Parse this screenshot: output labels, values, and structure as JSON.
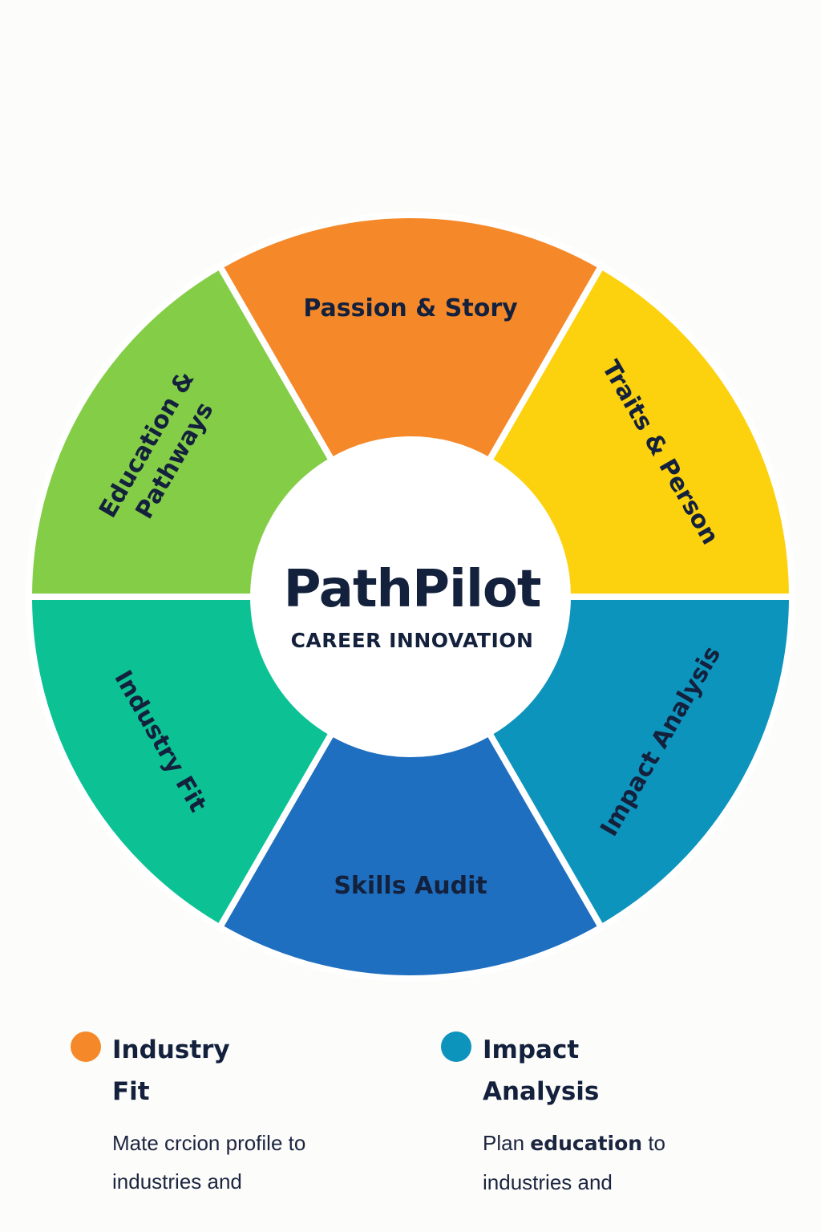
{
  "center": {
    "title": "PathPilot",
    "subtitle": "CAREER INNOVATION"
  },
  "segments": [
    {
      "label": "Passion & Story",
      "lines": [
        "Passion & Story"
      ],
      "color": "#f5892a"
    },
    {
      "label": "Traits & Person",
      "lines": [
        "Traits & Person"
      ],
      "color": "#fcd20f"
    },
    {
      "label": "Impact Analysis",
      "lines": [
        "Impact Analysis"
      ],
      "color": "#0d94bd"
    },
    {
      "label": "Skills Audit",
      "lines": [
        "Skills Audit"
      ],
      "color": "#1f6fc0"
    },
    {
      "label": "Industry Fit",
      "lines": [
        "Industry Fit"
      ],
      "color": "#0cc295"
    },
    {
      "label": "Education & Pathways",
      "lines": [
        "Education &",
        "Pathways"
      ],
      "color": "#84ce47"
    }
  ],
  "legend": {
    "left": {
      "title_line1": "Industry",
      "title_line2": "Fit",
      "desc_line1": "Mate crcion profile  to",
      "desc_line2": "industries and",
      "dot_color": "#f5892a"
    },
    "right": {
      "title_line1": "Impact",
      "title_line2": "Analysis",
      "desc_pre": "Plan ",
      "desc_bold": "education",
      "desc_post": " to",
      "desc_line2": "industries and",
      "dot_color": "#0d94bd"
    }
  }
}
